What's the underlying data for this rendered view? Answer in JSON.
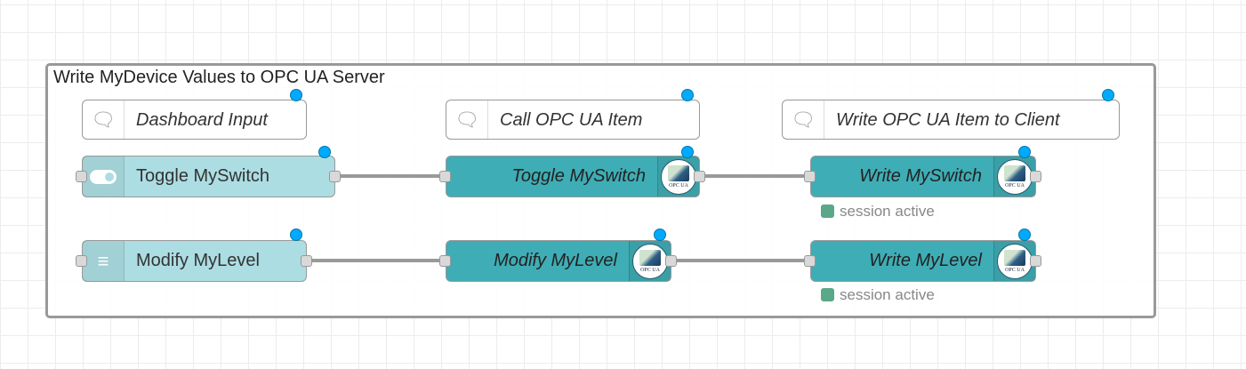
{
  "group": {
    "title": "Write MyDevice Values to OPC UA Server"
  },
  "comments": [
    {
      "label": "Dashboard Input",
      "icon": "comment-icon"
    },
    {
      "label": "Call OPC UA Item",
      "icon": "comment-icon"
    },
    {
      "label": "Write OPC UA Item to Client",
      "icon": "comment-icon"
    }
  ],
  "nodes": {
    "toggle_switch": {
      "label": "Toggle MySwitch",
      "icon": "switch-icon"
    },
    "opc_toggle": {
      "label": "Toggle MySwitch",
      "icon": "opc-ua-icon",
      "icon_text": "OPC UA"
    },
    "write_switch": {
      "label": "Write MySwitch",
      "icon": "opc-ua-icon",
      "icon_text": "OPC UA",
      "status": "session active"
    },
    "modify_level": {
      "label": "Modify MyLevel",
      "icon": "slider-icon"
    },
    "opc_level": {
      "label": "Modify MyLevel",
      "icon": "opc-ua-icon",
      "icon_text": "OPC UA"
    },
    "write_level": {
      "label": "Write MyLevel",
      "icon": "opc-ua-icon",
      "icon_text": "OPC UA",
      "status": "session active"
    }
  },
  "colors": {
    "dashboard_node": "#acdde3",
    "opcua_node": "#3fadb5",
    "changed_dot": "#00aaff",
    "status_connected": "#5aa888"
  }
}
